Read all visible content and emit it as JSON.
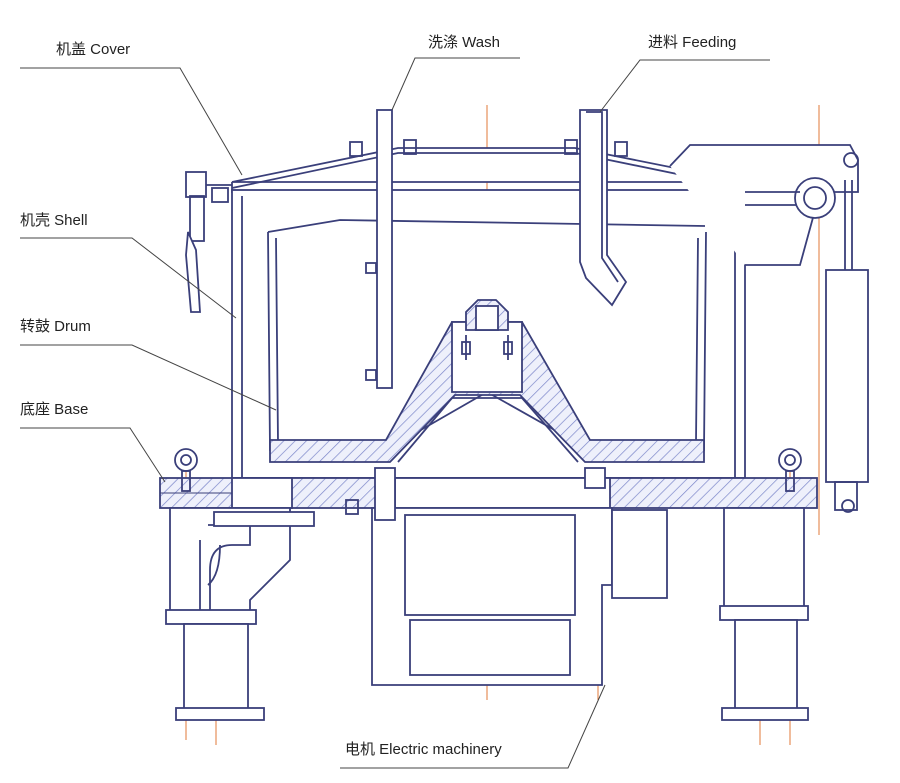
{
  "labels": {
    "cover": "机盖 Cover",
    "wash": "洗涤 Wash",
    "feeding": "进料 Feeding",
    "shell": "机壳 Shell",
    "drum": "转鼓 Drum",
    "base": "底座 Base",
    "motor": "电机 Electric machinery"
  },
  "colors": {
    "line": "#3a3f7a",
    "leader": "#444444",
    "hatch": "#7b86c9",
    "centerline": "#e07a3a"
  }
}
